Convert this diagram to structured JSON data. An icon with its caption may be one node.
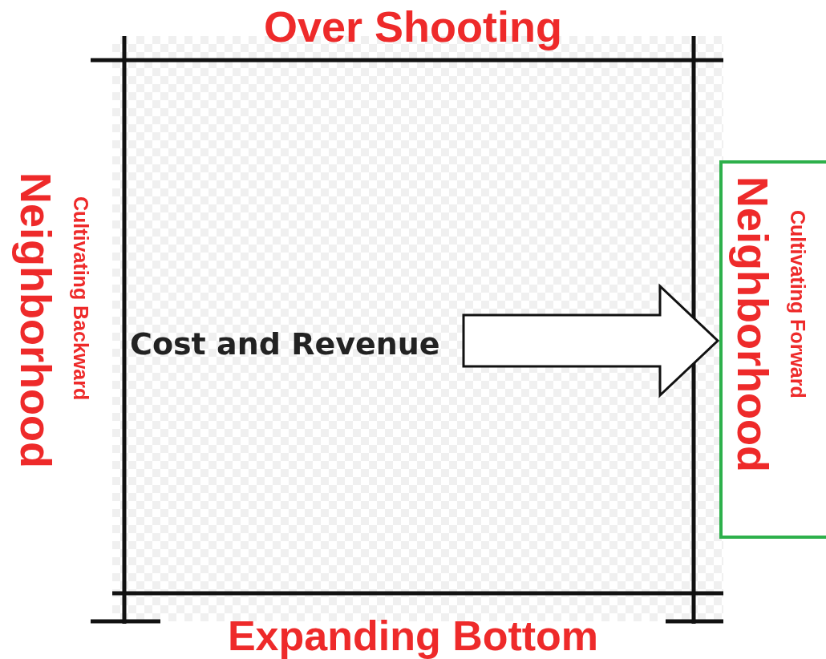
{
  "diagram": {
    "nodes": [
      {
        "text": [
          "Cost and Revenue"
        ]
      },
      {
        "text": [
          "Neighborhood",
          "Cultivating Forward"
        ]
      }
    ],
    "edges": [
      {
        "from": 0,
        "to": 1,
        "arrow": "to"
      }
    ],
    "labels": [
      "Over Shooting",
      "Neighborhood",
      "Cultivating Backward",
      "Expanding Bottom"
    ]
  }
}
